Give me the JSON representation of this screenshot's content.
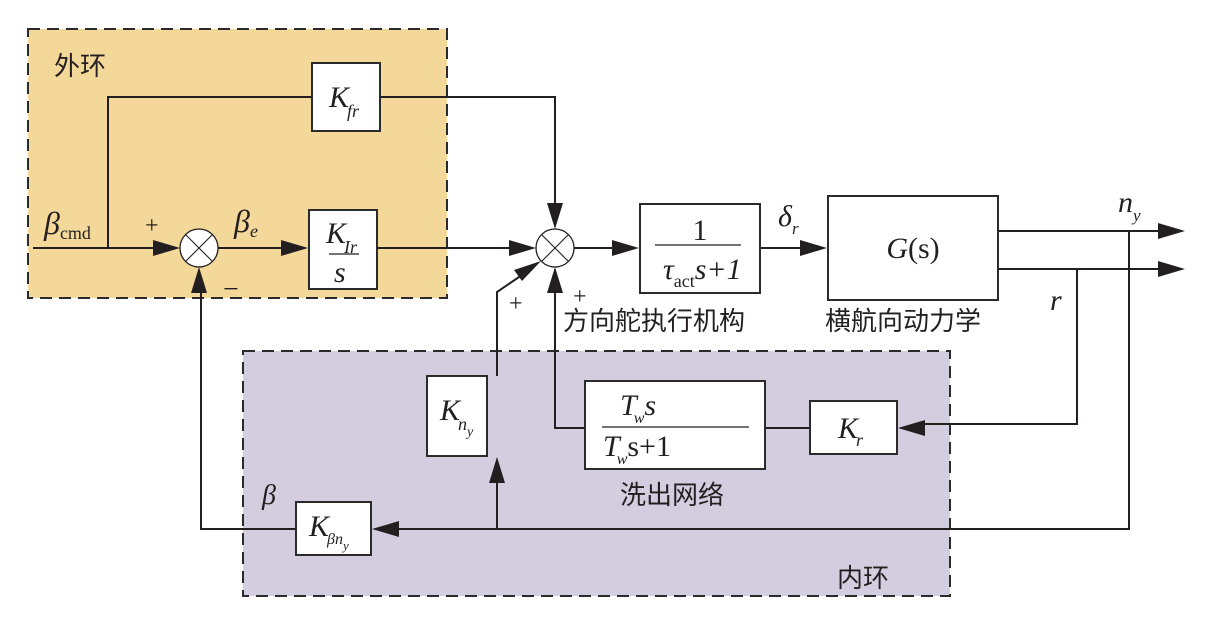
{
  "diagram": {
    "type": "control-block-diagram",
    "regions": {
      "outer_loop": {
        "label": "外环",
        "fill": "#f4d899"
      },
      "inner_loop": {
        "label": "内环",
        "fill": "#d3cddf"
      }
    },
    "signals": {
      "beta_cmd": {
        "main": "β",
        "sub": "cmd"
      },
      "beta_e": {
        "main": "β",
        "sub": "e"
      },
      "delta_r": {
        "main": "δ",
        "sub": "r"
      },
      "n_y": {
        "main": "n",
        "sub": "y"
      },
      "r": {
        "main": "r"
      },
      "beta": {
        "main": "β"
      }
    },
    "signs": {
      "sum1_plus": "+",
      "sum1_minus": "−",
      "sum2_plus_ny": "+",
      "sum2_plus_washout": "+"
    },
    "blocks": {
      "k_fr": {
        "main": "K",
        "sub": "fr"
      },
      "k_ir_over_s": {
        "num_main": "K",
        "num_sub": "Ir",
        "den": "s"
      },
      "actuator": {
        "num": "1",
        "den_main": "τ",
        "den_sub": "act",
        "den_tail": "s+1",
        "caption": "方向舵执行机构"
      },
      "plant": {
        "label_main": "G",
        "label_tail": "(s)",
        "caption": "横航向动力学"
      },
      "k_ny": {
        "main": "K",
        "sub": "n",
        "subsub": "y"
      },
      "washout": {
        "num_main": "T",
        "num_sub": "w",
        "num_tail": "s",
        "den_main": "T",
        "den_sub": "w",
        "den_tail": "s+1",
        "caption": "洗出网络"
      },
      "k_r": {
        "main": "K",
        "sub": "r"
      },
      "k_beta_ny": {
        "main": "K",
        "sub": "βn",
        "subsub": "y"
      }
    }
  }
}
